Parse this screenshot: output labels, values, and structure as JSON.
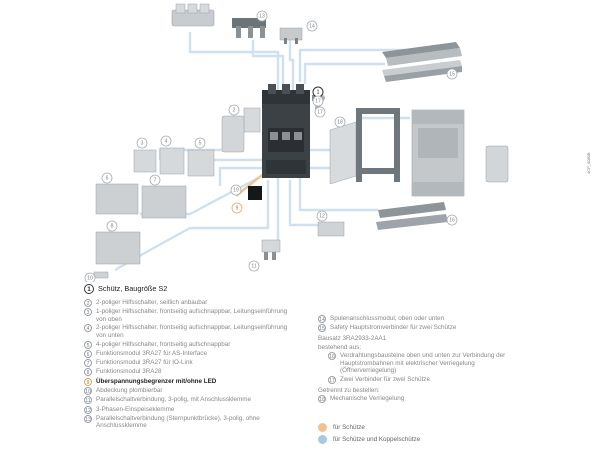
{
  "diagram": {
    "figure_id": "4CP_0080B",
    "callouts": [
      "1",
      "2",
      "3",
      "4",
      "5",
      "6",
      "7",
      "8",
      "9",
      "10",
      "11",
      "12",
      "13",
      "14",
      "15",
      "16",
      "17",
      "17",
      "18",
      "19",
      "2",
      "2",
      "18"
    ]
  },
  "legend_left": {
    "title": {
      "num": "1",
      "label": "Schütz, Baugröße S2"
    },
    "items": [
      {
        "num": "2",
        "label": "2-poliger Hilfsschalter, seitlich anbaubar"
      },
      {
        "num": "3",
        "label": "1-poliger Hilfsschalter, frontseitig aufschnappbar, Leitungseinführung von oben"
      },
      {
        "num": "4",
        "label": "2-poliger Hilfsschalter, frontseitig aufschnappbar, Leitungseinführung von unten"
      },
      {
        "num": "5",
        "label": "4-poliger Hilfsschalter, frontseitig aufschnappbar"
      },
      {
        "num": "6",
        "label": "Funktionsmodul 3RA27 für AS-Interface"
      },
      {
        "num": "7",
        "label": "Funktionsmodul 3RA27 für IO-Link"
      },
      {
        "num": "8",
        "label": "Funktionsmodul 3RA28"
      },
      {
        "num": "9",
        "label": "Überspannungsbegrenzer mit/ohne LED",
        "bold": true
      },
      {
        "num": "10",
        "label": "Abdeckung plombierbar"
      },
      {
        "num": "11",
        "label": "Parallelschaltverbindung, 3-polig, mit Anschlussklemme"
      },
      {
        "num": "12",
        "label": "3-Phasen-Einspeiseklemme"
      },
      {
        "num": "13",
        "label": "Parallelschaltverbindung (Sternpunktbrücke), 3-polig, ohne Anschlussklemme"
      }
    ]
  },
  "legend_right": {
    "items_top": [
      {
        "num": "14",
        "label": "Spulenanschlussmodul, oben oder unten"
      },
      {
        "num": "15",
        "label": "Safety Hauptstromverbinder für zwei Schütze"
      }
    ],
    "bausatz_line1": "Bausatz 3RA2933-2AA1",
    "bausatz_line2": "bestehend aus:",
    "items_sub": [
      {
        "num": "16",
        "label": "Verdrahtungsbausteine oben und unten zur Verbindung der Hauptstrombahnen mit elektrischer Verriegelung (Öffnerverriegelung)"
      },
      {
        "num": "17",
        "label": "Zwei Verbinder für zwei Schütze"
      }
    ],
    "getrennt_line": "Getrennt zu bestellen:",
    "items_bottom": [
      {
        "num": "18",
        "label": "Mechanische Verriegelung"
      }
    ],
    "key": [
      {
        "color": "#f2c28e",
        "label": "für Schütze"
      },
      {
        "color": "#a9c8e2",
        "label": "für Schütze und Koppelschütze"
      }
    ]
  }
}
